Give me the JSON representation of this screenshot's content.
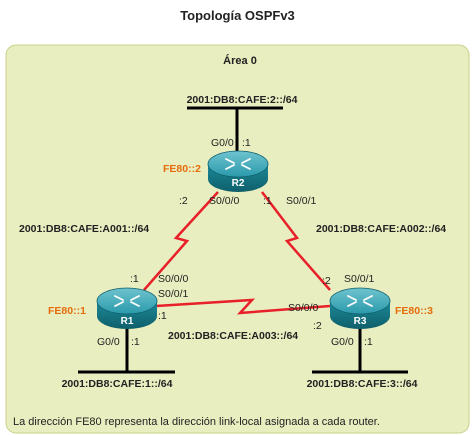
{
  "title": "Topología OSPFv3",
  "area": "Área 0",
  "routers": {
    "r1": {
      "name": "R1",
      "link_local": "FE80::1"
    },
    "r2": {
      "name": "R2",
      "link_local": "FE80::2"
    },
    "r3": {
      "name": "R3",
      "link_local": "FE80::3"
    }
  },
  "networks": {
    "r2_lan": "2001:DB8:CAFE:2::/64",
    "r1_lan": "2001:DB8:CAFE:1::/64",
    "r3_lan": "2001:DB8:CAFE:3::/64",
    "r1_r2": "2001:DB8:CAFE:A001::/64",
    "r2_r3": "2001:DB8:CAFE:A002::/64",
    "r1_r3": "2001:DB8:CAFE:A003::/64"
  },
  "interfaces": {
    "r2_g00": "G0/0",
    "r2_g00_host": ":1",
    "r2_s000_host": ":2",
    "r2_s000": "S0/0/0",
    "r2_s001_host": ":1",
    "r2_s001": "S0/0/1",
    "r1_s000_host": ":1",
    "r1_s000": "S0/0/0",
    "r1_s001": "S0/0/1",
    "r1_s001_host": ":1",
    "r1_g00": "G0/0",
    "r1_g00_host": ":1",
    "r3_s001_host": ":2",
    "r3_s001": "S0/0/1",
    "r3_s000": "S0/0/0",
    "r3_s000_host": ":2",
    "r3_g00": "G0/0",
    "r3_g00_host": ":1"
  },
  "note": "La dirección FE80 representa la dirección link-local asignada a cada router.",
  "colors": {
    "area_fill": "#e9eec0",
    "area_stroke": "#c9d08a",
    "serial_link": "#e8202a",
    "link_local": "#e46c0a",
    "router_body": "#1a8a9a"
  }
}
